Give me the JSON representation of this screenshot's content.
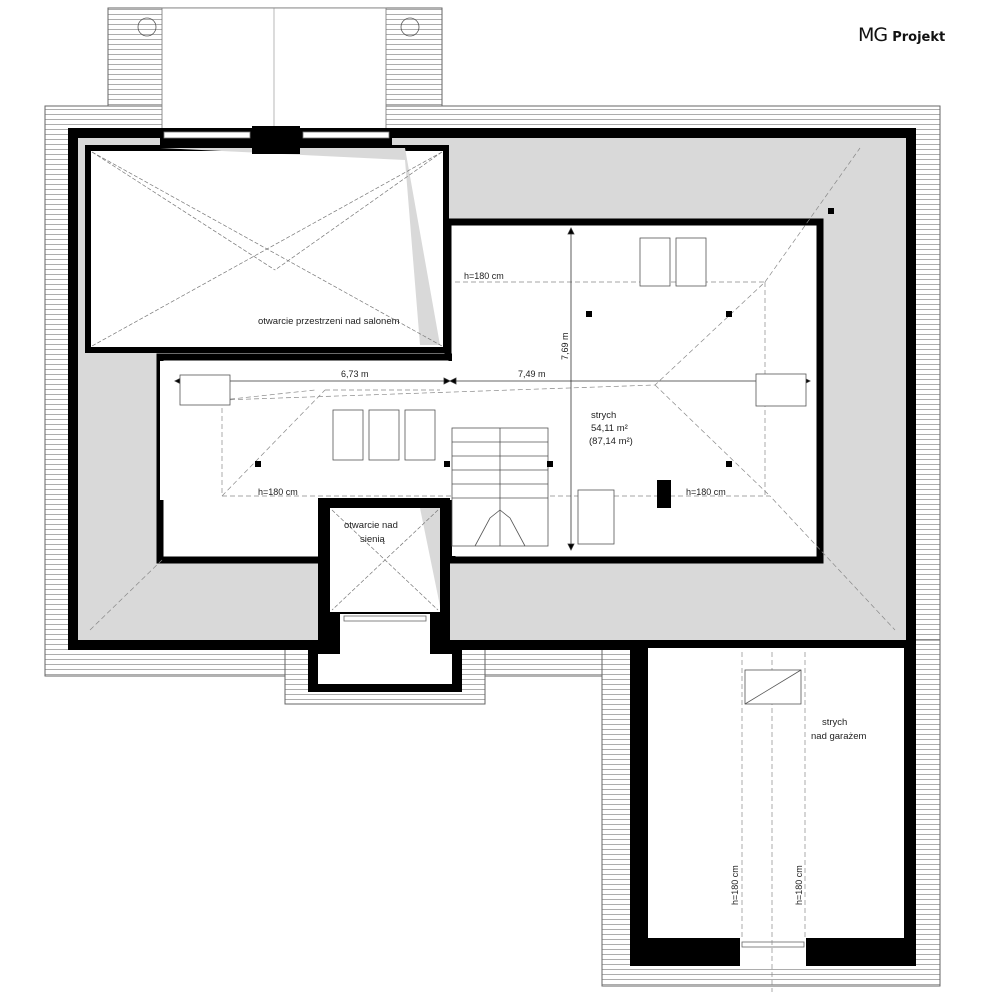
{
  "brand": {
    "logo_main": "MG",
    "logo_sub": "Projekt"
  },
  "rooms": {
    "open_living": "otwarcie przestrzeni nad salonem",
    "attic_name": "strych",
    "attic_area": "54,11 m²",
    "attic_area_total": "(87,14 m²)",
    "open_hall_line1": "otwarcie nad",
    "open_hall_line2": "sienią",
    "garage_line1": "strych",
    "garage_line2": "nad garażem"
  },
  "dimensions": {
    "width_left": "6,73 m",
    "width_right": "7,49 m",
    "height_attic": "7,69 m",
    "h_top": "h=180 cm",
    "h_left": "h=180 cm",
    "h_right": "h=180 cm",
    "h_garage_left": "h=180 cm",
    "h_garage_right": "h=180 cm"
  },
  "colors": {
    "wall": "#000000",
    "roof_fill": "#d9d9d9",
    "line": "#555555"
  }
}
